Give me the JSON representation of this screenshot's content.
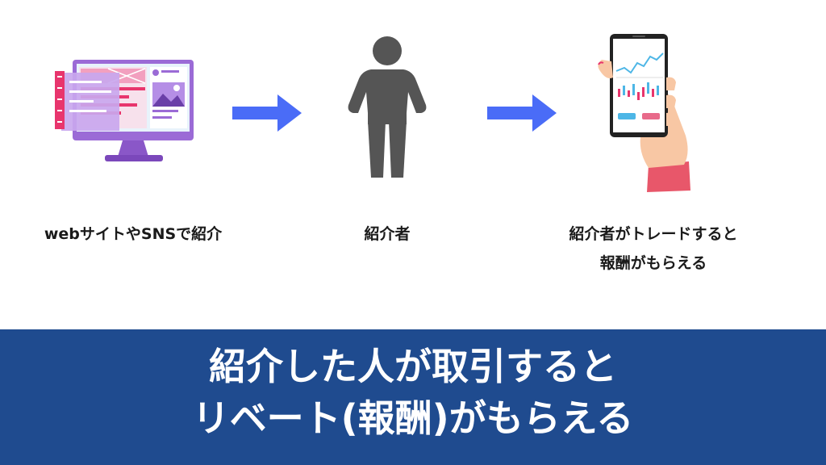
{
  "steps": [
    {
      "caption": "webサイトやSNSで紹介",
      "icon": "computer-monitor-icon"
    },
    {
      "caption": "紹介者",
      "icon": "person-silhouette-icon"
    },
    {
      "caption_line1": "紹介者がトレードすると",
      "caption_line2": "報酬がもらえる",
      "icon": "smartphone-trading-icon"
    }
  ],
  "arrows": [
    "right-arrow-icon",
    "right-arrow-icon"
  ],
  "banner": {
    "line1": "紹介した人が取引すると",
    "line2": "リベート(報酬)がもらえる"
  },
  "colors": {
    "arrow": "#4a6cf7",
    "banner_background": "#1f4b8f",
    "banner_text": "#ffffff",
    "person": "#555555",
    "monitor_frame": "#9b6bd6",
    "monitor_screen": "#e8f3fb",
    "accent_pink": "#e8356d",
    "hand_skin": "#f8c7a4",
    "sleeve": "#e8576a"
  }
}
